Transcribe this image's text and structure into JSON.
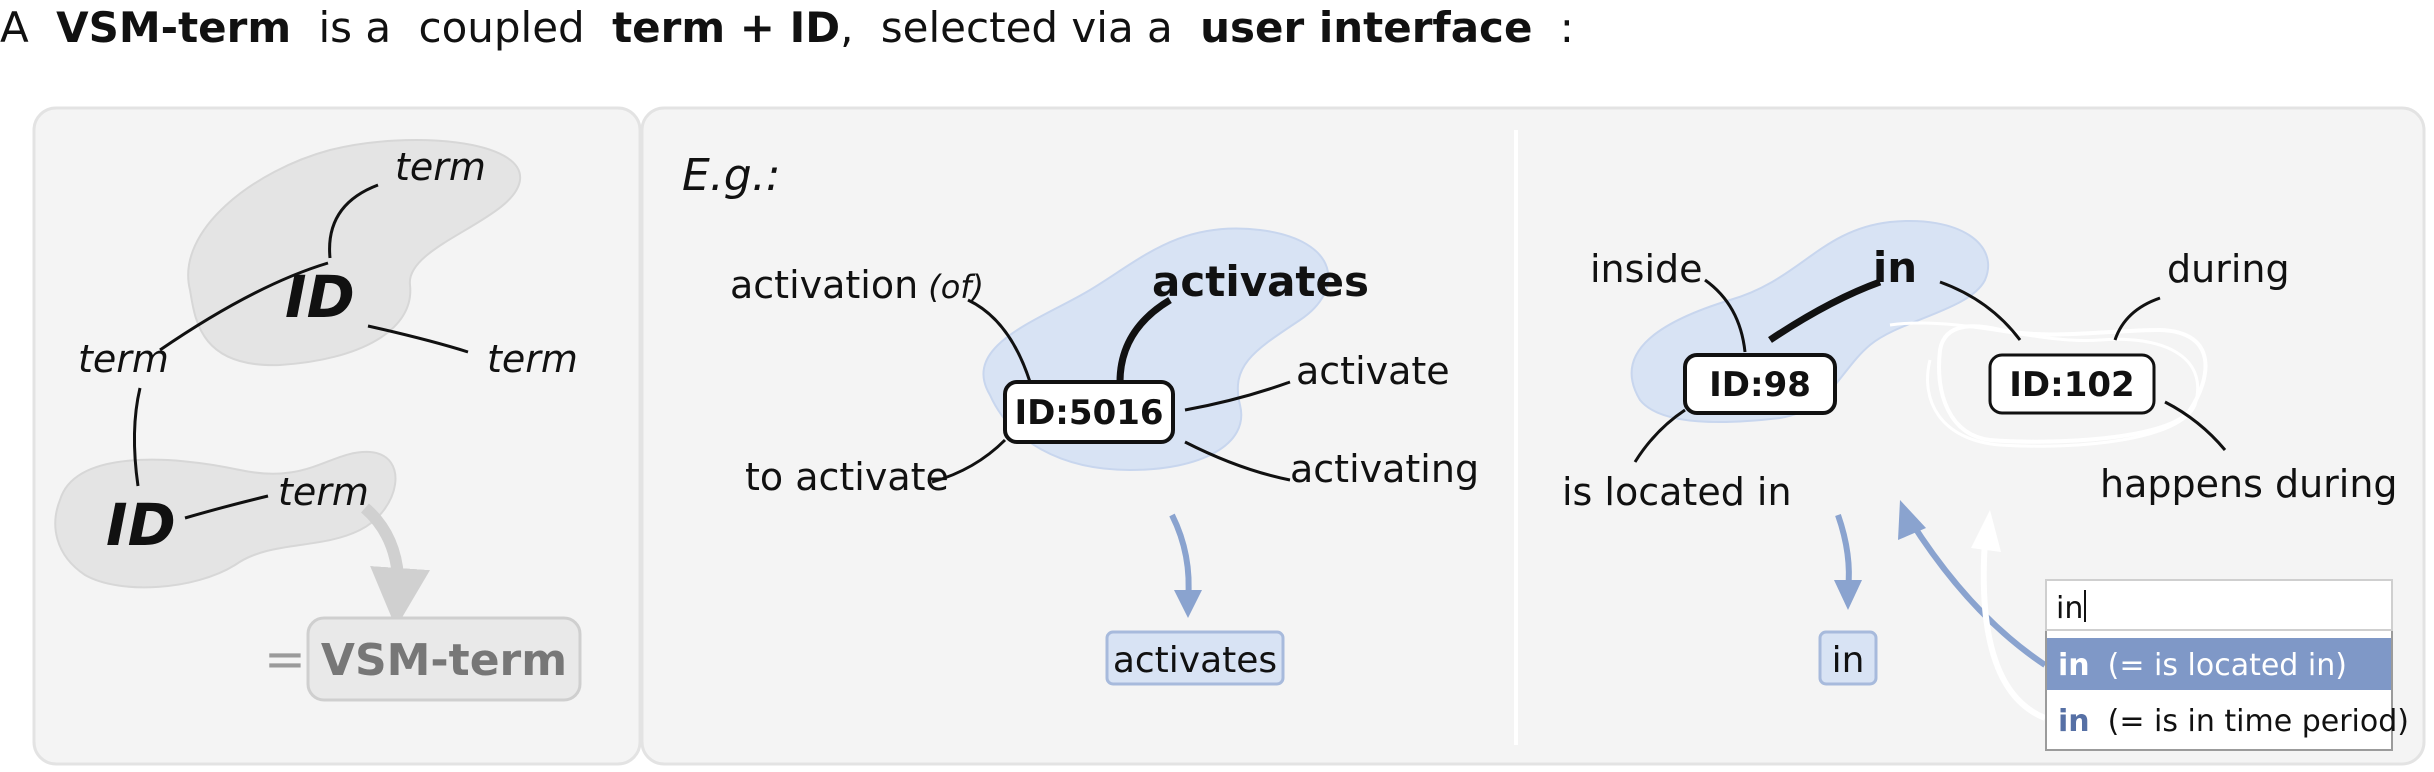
{
  "headline": {
    "p1": "A",
    "p2": "VSM-term",
    "p3": "is a",
    "p4": "coupled",
    "p5": "term + ID",
    "p6": ",",
    "p7": "selected via a",
    "p8": "user interface",
    "p9": ":"
  },
  "panel_left": {
    "id_top": "ID",
    "term_top": "term",
    "term_left": "term",
    "term_right": "term",
    "id_bottom": "ID",
    "term_bottom": "term",
    "equals": "=",
    "vsm_term": "VSM-term"
  },
  "panel_example": {
    "eg_label": "E.g.:",
    "activation": "activation",
    "activation_of": "(of)",
    "activates": "activates",
    "activate": "activate",
    "id_box": "ID:5016",
    "to_activate": "to activate",
    "activating": "activating",
    "result": "activates"
  },
  "panel_in": {
    "inside": "inside",
    "in_term": "in",
    "during": "during",
    "id98": "ID:98",
    "id102": "ID:102",
    "is_located_in": "is located in",
    "happens_during": "happens during",
    "result": "in",
    "dropdown": {
      "input_value": "in",
      "options": [
        {
          "term": "in",
          "desc": "(= is located in)",
          "selected": true
        },
        {
          "term": "in",
          "desc": "(= is in time period)",
          "selected": false
        }
      ]
    }
  },
  "colors": {
    "panel_bg": "#f4f4f4",
    "panel_border": "#e3e3e3",
    "grey_blob": "#e4e4e4",
    "blue_blob": "#d8e3f4",
    "blue_arrow": "#8aa3cf",
    "selected_option": "#7f98c7"
  }
}
